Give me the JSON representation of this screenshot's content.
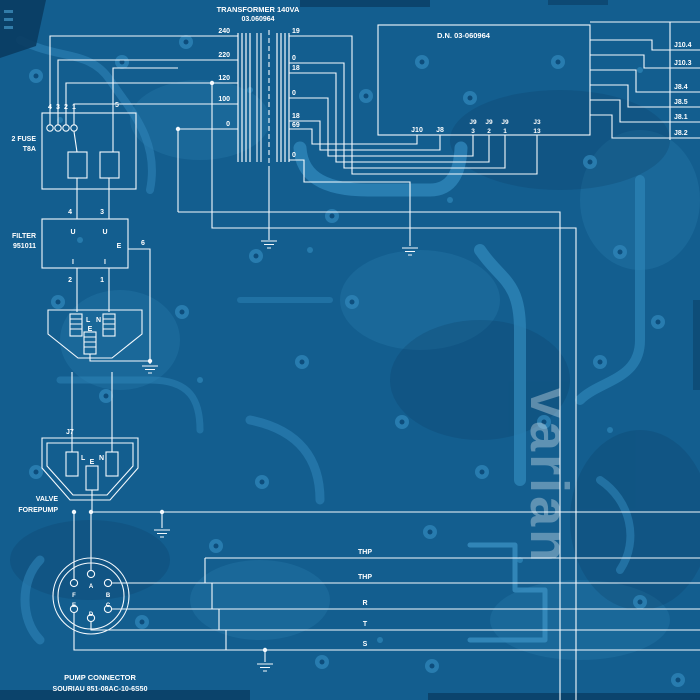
{
  "diagram": {
    "transformer": {
      "title": "TRANSFORMER 140VA",
      "part": "03.060964",
      "primary_taps": [
        "240",
        "220",
        "120",
        "100",
        "0"
      ],
      "secondary_taps": [
        "19",
        "0",
        "18",
        "0",
        "18",
        "69",
        "0"
      ]
    },
    "control_board": {
      "label": "D.N. 03-060964",
      "pins": [
        "J10",
        "J8"
      ],
      "numbered_pins": [
        {
          "name": "J9",
          "num": "3"
        },
        {
          "name": "J9",
          "num": "2"
        },
        {
          "name": "J9",
          "num": "1"
        },
        {
          "name": "J3",
          "num": "13"
        }
      ]
    },
    "right_edge_labels": [
      "J10.4",
      "J10.3",
      "J8.4",
      "J8.5",
      "J8.1",
      "J8.2"
    ],
    "fuse": {
      "label_line1": "2 FUSE",
      "label_line2": "T8A",
      "pins": [
        "4",
        "3",
        "2",
        "1",
        "5"
      ]
    },
    "filter": {
      "label_line1": "FILTER",
      "label_line2": "951011",
      "top_pins": [
        "4",
        "3"
      ],
      "u_labels": [
        "U",
        "U"
      ],
      "i_labels": [
        "I",
        "I"
      ],
      "earth_label": "E",
      "earth_pin": "6",
      "bottom_pins": [
        "2",
        "1"
      ]
    },
    "mains_inlet": {
      "pins": [
        "L",
        "N",
        "E"
      ]
    },
    "valve": {
      "ref": "J7",
      "pins": [
        "L",
        "N",
        "E"
      ],
      "label_line1": "VALVE",
      "label_line2": "FOREPUMP"
    },
    "pump": {
      "label_line1": "PUMP CONNECTOR",
      "label_line2": "SOURIAU 851-08AC-10-6S50",
      "pins": [
        "A",
        "F",
        "B",
        "E",
        "C",
        "D"
      ]
    },
    "wire_labels": [
      "THP",
      "THP",
      "R",
      "T",
      "S"
    ],
    "watermark": "varian",
    "colors": {
      "board": "#135e8f",
      "trace": "#2e84b7",
      "pad": "#2e84b7",
      "pad_hole": "#0c4a78",
      "dark": "#0a3c62",
      "line": "#f4f9fd",
      "text": "#ffffff"
    }
  }
}
